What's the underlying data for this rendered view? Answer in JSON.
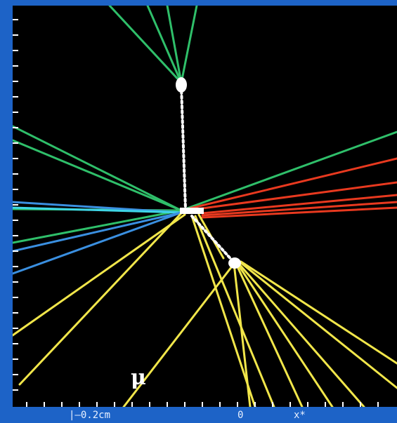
{
  "scene": {
    "particle_label": "μ",
    "scale_label": "|—0.2cm",
    "origin_label": "0",
    "xstar_label": "x*",
    "colors": {
      "frame": "#1d63c7",
      "background": "#000000",
      "green": "#2fbf6a",
      "red": "#e8391f",
      "blue": "#3a8fe0",
      "cyan": "#3fd6e6",
      "yellow": "#f1e64a",
      "vertex": "#ffffff"
    }
  }
}
